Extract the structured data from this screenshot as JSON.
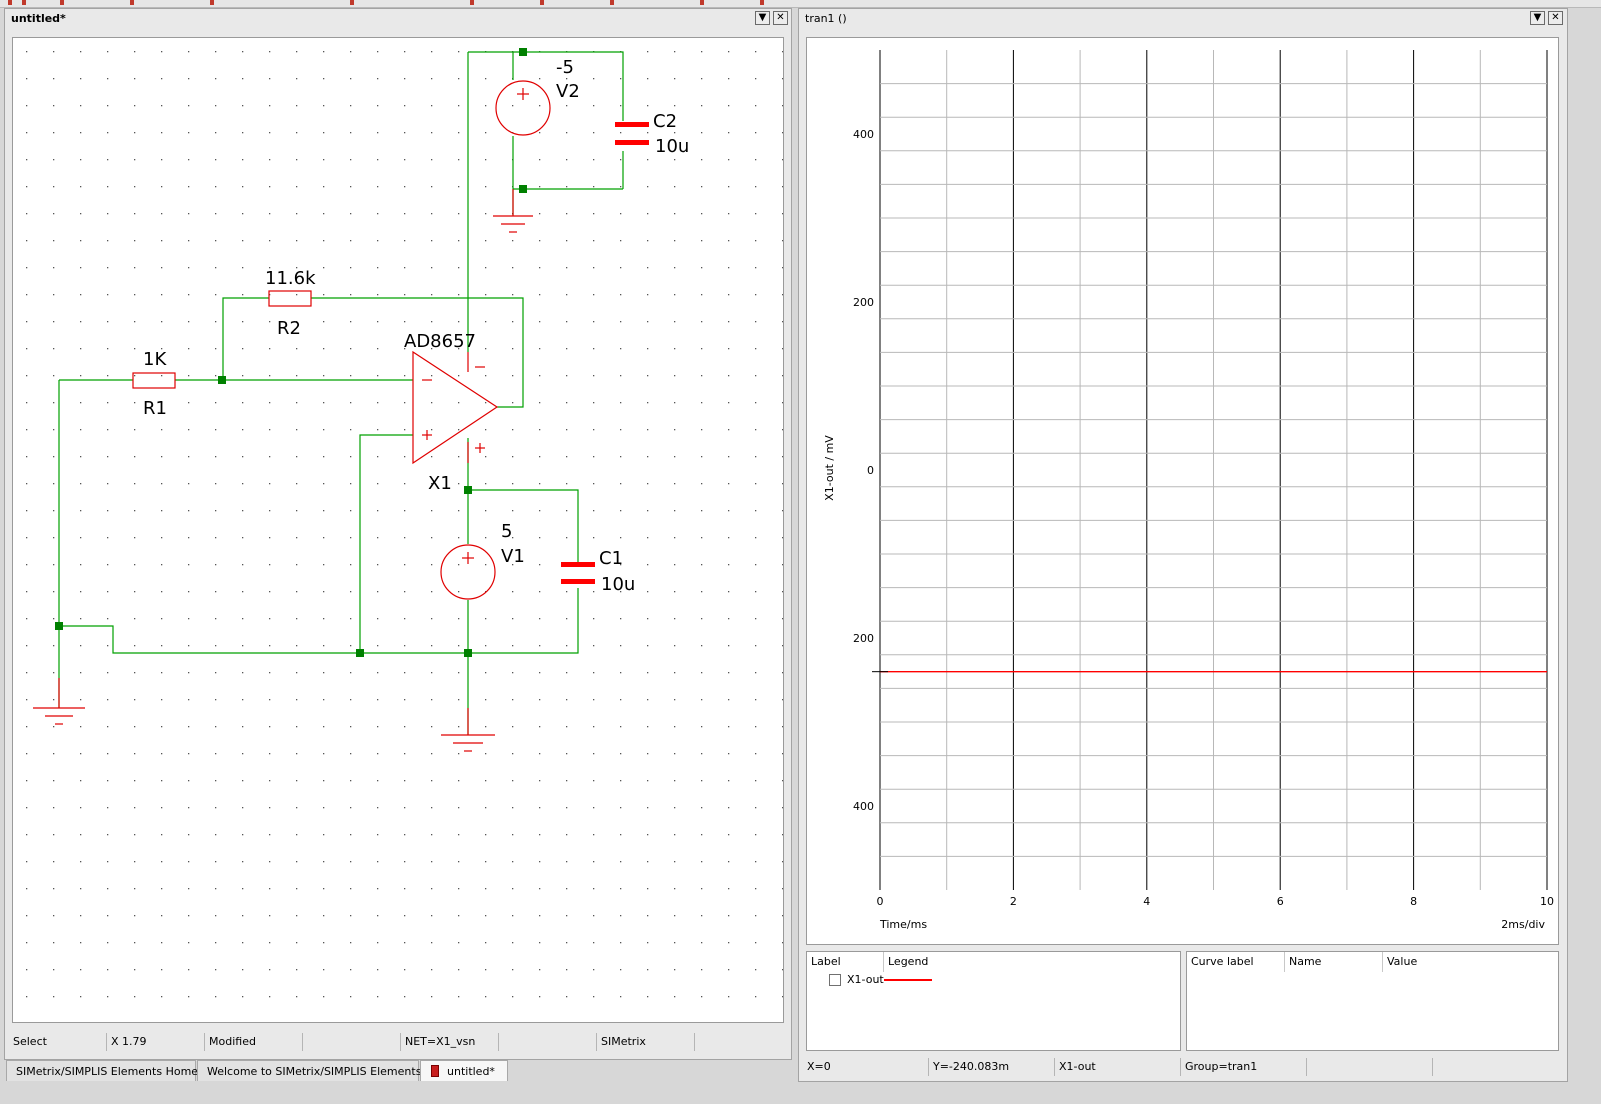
{
  "schematic_window": {
    "title": "untitled*",
    "components": {
      "v2": {
        "value": "-5",
        "ref": "V2"
      },
      "c2": {
        "ref": "C2",
        "value": "10u"
      },
      "r2": {
        "value": "11.6k",
        "ref": "R2"
      },
      "r1": {
        "value": "1K",
        "ref": "R1"
      },
      "x1": {
        "model": "AD8657",
        "ref": "X1"
      },
      "v1": {
        "value": "5",
        "ref": "V1"
      },
      "c1": {
        "ref": "C1",
        "value": "10u"
      }
    },
    "status": {
      "mode": "Select",
      "zoom": "X 1.79",
      "modified": "Modified",
      "net": "NET=X1_vsn",
      "product": "SIMetrix"
    },
    "tabs": [
      {
        "label": "SIMetrix/SIMPLIS Elements Home"
      },
      {
        "label": "Welcome to SIMetrix/SIMPLIS Elements"
      },
      {
        "label": "untitled*"
      }
    ]
  },
  "graph_window": {
    "title": "tran1 ()",
    "chart_data": {
      "type": "line",
      "xlabel": "Time/ms",
      "ylabel": "X1-out / mV",
      "x_scale_note": "2ms/div",
      "xlim": [
        0,
        10
      ],
      "ylim": [
        -500,
        500
      ],
      "x_ticks": [
        0,
        2,
        4,
        6,
        8,
        10
      ],
      "y_ticks": [
        400,
        200,
        0,
        -200,
        -400
      ],
      "y_tick_labels": [
        "400",
        "200",
        "0",
        "200",
        "400"
      ],
      "grid": true,
      "series": [
        {
          "name": "X1-out",
          "color": "#ff0000",
          "x": [
            0,
            10
          ],
          "y": [
            -240.083,
            -240.083
          ]
        }
      ]
    },
    "legend_table": {
      "col_label": "Label",
      "col_legend": "Legend",
      "rows": [
        {
          "label": "X1-out",
          "checked": false
        }
      ]
    },
    "curve_table": {
      "col_curve_label": "Curve label",
      "col_name": "Name",
      "col_value": "Value"
    },
    "status": {
      "x": "X=0",
      "y": "Y=-240.083m",
      "curve": "X1-out",
      "group": "Group=tran1"
    }
  },
  "colors": {
    "wire": "#00a000",
    "component": "#e00000",
    "node": "#008000",
    "trace": "#ff0000"
  }
}
